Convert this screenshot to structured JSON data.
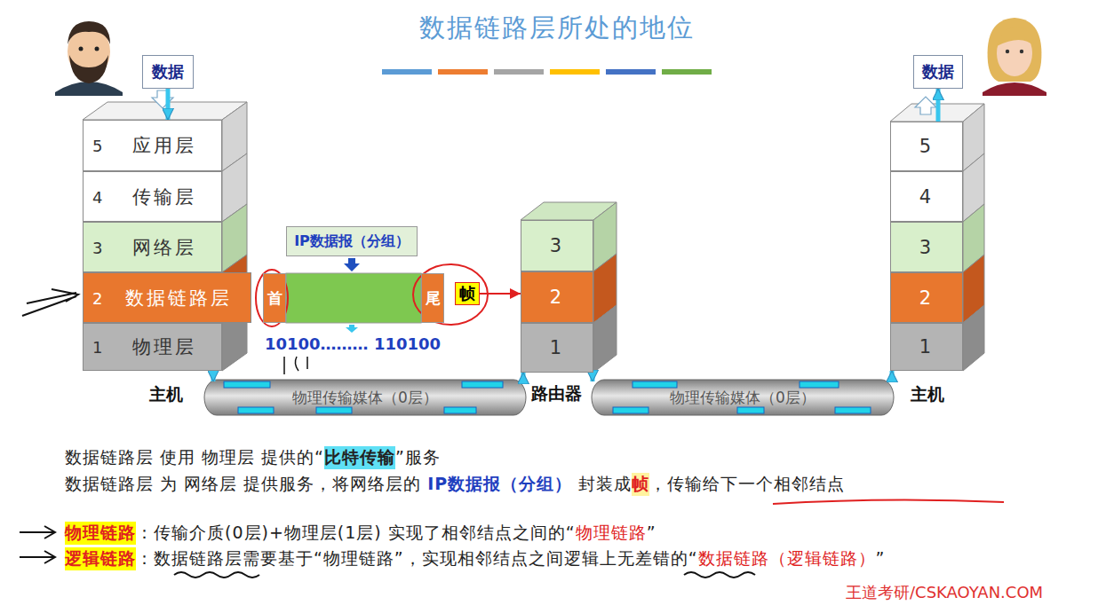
{
  "diagram": {
    "title": "数据链路层所处的地位",
    "nodes": [
      {
        "text": [
          "数据"
        ]
      },
      {
        "text": [
          "5",
          "应用层"
        ]
      },
      {
        "text": [
          "4",
          "传输层"
        ]
      },
      {
        "text": [
          "3",
          "网络层"
        ]
      },
      {
        "text": [
          "2",
          "数据链路层"
        ]
      },
      {
        "text": [
          "1",
          "物理层"
        ]
      },
      {
        "text": [
          "IP数据报（分组）"
        ]
      },
      {
        "text": [
          "首"
        ]
      },
      {
        "text": [
          "尾"
        ]
      },
      {
        "text": [
          "帧"
        ]
      },
      {
        "text": [
          "3"
        ]
      },
      {
        "text": [
          "2"
        ]
      },
      {
        "text": [
          "1"
        ]
      },
      {
        "text": [
          "数据"
        ]
      },
      {
        "text": [
          "5"
        ]
      },
      {
        "text": [
          "4"
        ]
      },
      {
        "text": [
          "3"
        ]
      },
      {
        "text": [
          "2"
        ]
      },
      {
        "text": [
          "1"
        ]
      },
      {
        "text": [
          "物理传输媒体（0层）"
        ]
      },
      {
        "text": [
          "物理传输媒体（0层）"
        ]
      }
    ],
    "edges": [
      {
        "from": 0,
        "to": 1,
        "arrow": "to"
      },
      {
        "from": 5,
        "to": 19,
        "arrow": "to"
      },
      {
        "from": 19,
        "to": 12,
        "arrow": "to"
      },
      {
        "from": 12,
        "to": 20,
        "arrow": "to"
      },
      {
        "from": 20,
        "to": 18,
        "arrow": "to"
      },
      {
        "from": 14,
        "to": 13,
        "arrow": "to"
      },
      {
        "from": 9,
        "to": 11,
        "arrow": "to"
      }
    ],
    "labels": [
      "主机",
      "路由器",
      "主机",
      "10100……… 110100",
      "数据链路层 使用 物理层 提供的“",
      "比特传输",
      "”服务",
      "数据链路层 为 网络层 提供服务，将网络层的 ",
      "IP数据报（分组）",
      " 封装成",
      "帧",
      "，传输给下一个相邻结点",
      "物理链路",
      "：传输介质(0层)+物理层(1层) 实现了相邻结点之间的“",
      "物理链路",
      "”",
      "逻辑链路",
      "：数据链路层需要基于“物理链路”，实现相邻结点之间逻辑上无差错的“",
      "数据链路（逻辑链路）",
      "”",
      "王道考研/CSKAOYAN.COM"
    ]
  }
}
